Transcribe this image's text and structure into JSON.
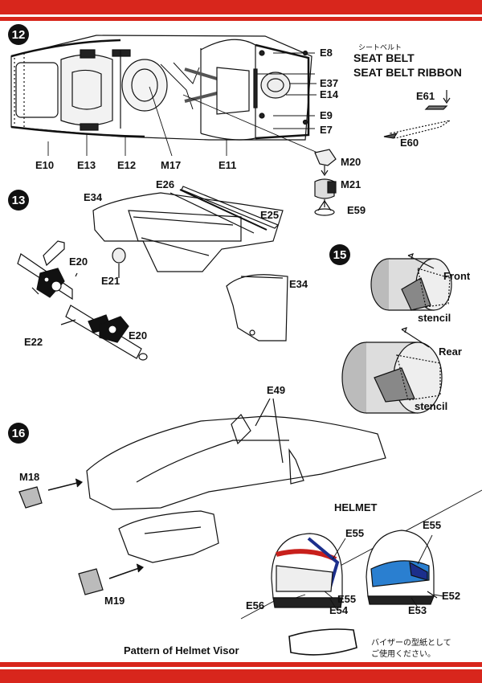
{
  "steps": {
    "s12": "12",
    "s13": "13",
    "s15": "15",
    "s16": "16"
  },
  "step12": {
    "seat_belt_jp": "シートベルト",
    "seat_belt": "SEAT BELT",
    "seat_belt_ribbon": "SEAT BELT RIBBON",
    "labels": {
      "E8": "E8",
      "E37": "E37",
      "E14": "E14",
      "E9": "E9",
      "E7": "E7",
      "E61": "E61",
      "E60": "E60",
      "E10": "E10",
      "E13": "E13",
      "E12": "E12",
      "M17": "M17",
      "E11": "E11",
      "M20": "M20",
      "M21": "M21",
      "E59": "E59"
    }
  },
  "step13": {
    "labels": {
      "E34a": "E34",
      "E26": "E26",
      "E25": "E25",
      "E20a": "E20",
      "E21": "E21",
      "E34b": "E34",
      "E22": "E22",
      "E20b": "E20"
    }
  },
  "step15": {
    "front": "Front",
    "rear": "Rear",
    "stencil_front": "stencil",
    "stencil_rear": "stencil"
  },
  "step16": {
    "labels": {
      "E49": "E49",
      "M18": "M18",
      "M19": "M19"
    }
  },
  "helmet": {
    "title": "HELMET",
    "labels": {
      "E55a": "E55",
      "E55b": "E55",
      "E55c": "E55",
      "E56": "E56",
      "E54": "E54",
      "E52": "E52",
      "E53": "E53"
    },
    "visor_caption": "Pattern of Helmet Visor",
    "visor_note_jp_1": "バイザーの型紙として",
    "visor_note_jp_2": "ご使用ください。"
  },
  "colors": {
    "band": "#d8261c",
    "helmet_blue": "#2a7fd0",
    "helmet_navy": "#1c2f8c",
    "helmet_red": "#c8201c"
  }
}
